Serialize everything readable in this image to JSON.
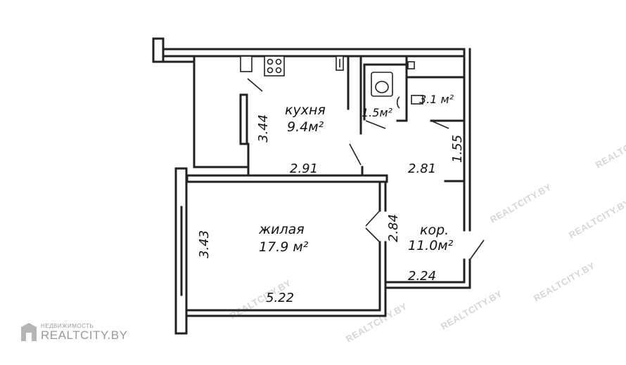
{
  "rooms": {
    "kitchen": {
      "name": "кухня",
      "area": "9.4м²"
    },
    "bathroom": {
      "area": "1.5м²"
    },
    "toilet": {
      "area": "3.1 м²"
    },
    "living": {
      "name": "жилая",
      "area": "17.9 м²"
    },
    "corridor": {
      "name": "кор.",
      "area": "11.0м²"
    }
  },
  "dimensions": {
    "kitchen_height": "3.44",
    "kitchen_width": "2.91",
    "corridor_width": "2.81",
    "corridor_side": "1.55",
    "living_height": "3.43",
    "living_width": "5.22",
    "living_door_side": "2.84",
    "corridor_bottom": "2.24"
  },
  "watermark": {
    "brand_small": "НЕДВИЖИМОСТЬ",
    "brand_name": "REALTCITY.BY",
    "repeat_text": "REALTCITY.BY"
  },
  "icons": [
    "stove-icon",
    "toilet-icon",
    "sink-icon",
    "brand-logo-icon"
  ]
}
